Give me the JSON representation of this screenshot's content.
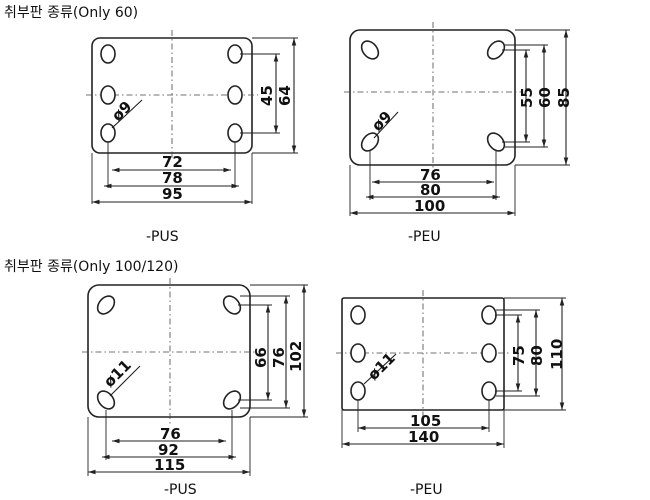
{
  "sections": [
    {
      "title": "취부판 종류(Only 60)",
      "plates": [
        {
          "caption": "-PUS",
          "hole_dia": "ø9",
          "horizontal_dims": [
            "72",
            "78",
            "95"
          ],
          "vertical_dims": [
            "45",
            "64"
          ]
        },
        {
          "caption": "-PEU",
          "hole_dia": "ø9",
          "horizontal_dims": [
            "76",
            "80",
            "100"
          ],
          "vertical_dims": [
            "55",
            "60",
            "85"
          ]
        }
      ]
    },
    {
      "title": "취부판 종류(Only 100/120)",
      "plates": [
        {
          "caption": "-PUS",
          "hole_dia": "ø11",
          "horizontal_dims": [
            "76",
            "92",
            "115"
          ],
          "vertical_dims": [
            "66",
            "76",
            "102"
          ]
        },
        {
          "caption": "-PEU",
          "hole_dia": "ø11",
          "horizontal_dims": [
            "105",
            "140"
          ],
          "vertical_dims": [
            "75",
            "80",
            "110"
          ]
        }
      ]
    }
  ]
}
